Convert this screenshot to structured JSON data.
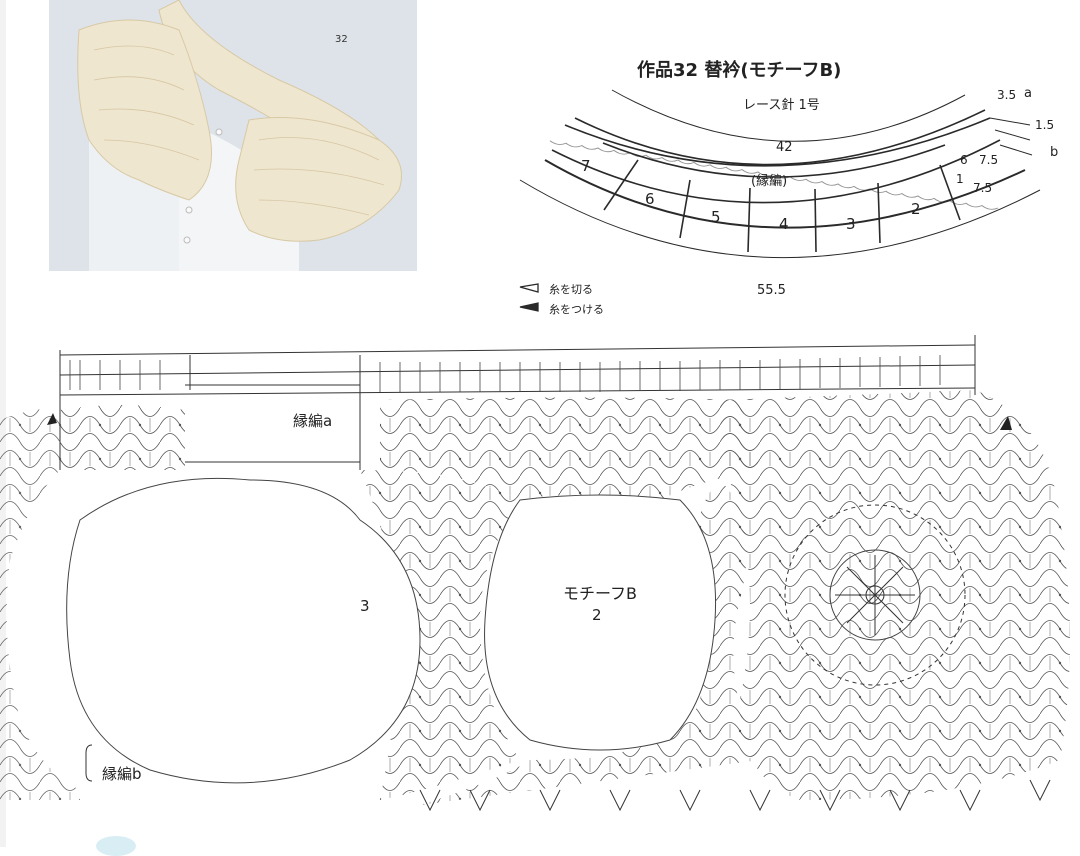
{
  "photo": {
    "label": "32"
  },
  "title": {
    "text": "作品32 替衿(モチーフB)"
  },
  "subtitle": {
    "text": "レース針 1号"
  },
  "schematic": {
    "panels": [
      "7",
      "6",
      "5",
      "4",
      "3",
      "2",
      "1"
    ],
    "inner_edge_label": "(縁編)",
    "dim_top": "42",
    "dim_bottom": "55.5",
    "dim_right_a": "3.5",
    "dim_right_a_label": "a",
    "dim_right_b": "1.5",
    "dim_right_b_label": "b",
    "dim_75_top": "7.5",
    "dim_75_bottom": "7.5",
    "dim_6": "6"
  },
  "legend": {
    "cut": "糸を切る",
    "join": "糸をつける"
  },
  "chart": {
    "label_a": "縁編a",
    "label_b": "縁編b",
    "motif": "モチーフB",
    "motif_num": "2",
    "panel_3": "3"
  },
  "colors": {
    "ink": "#2a2a2a",
    "photo_bg": "#d6dde3",
    "lace": "#efe6d0"
  }
}
